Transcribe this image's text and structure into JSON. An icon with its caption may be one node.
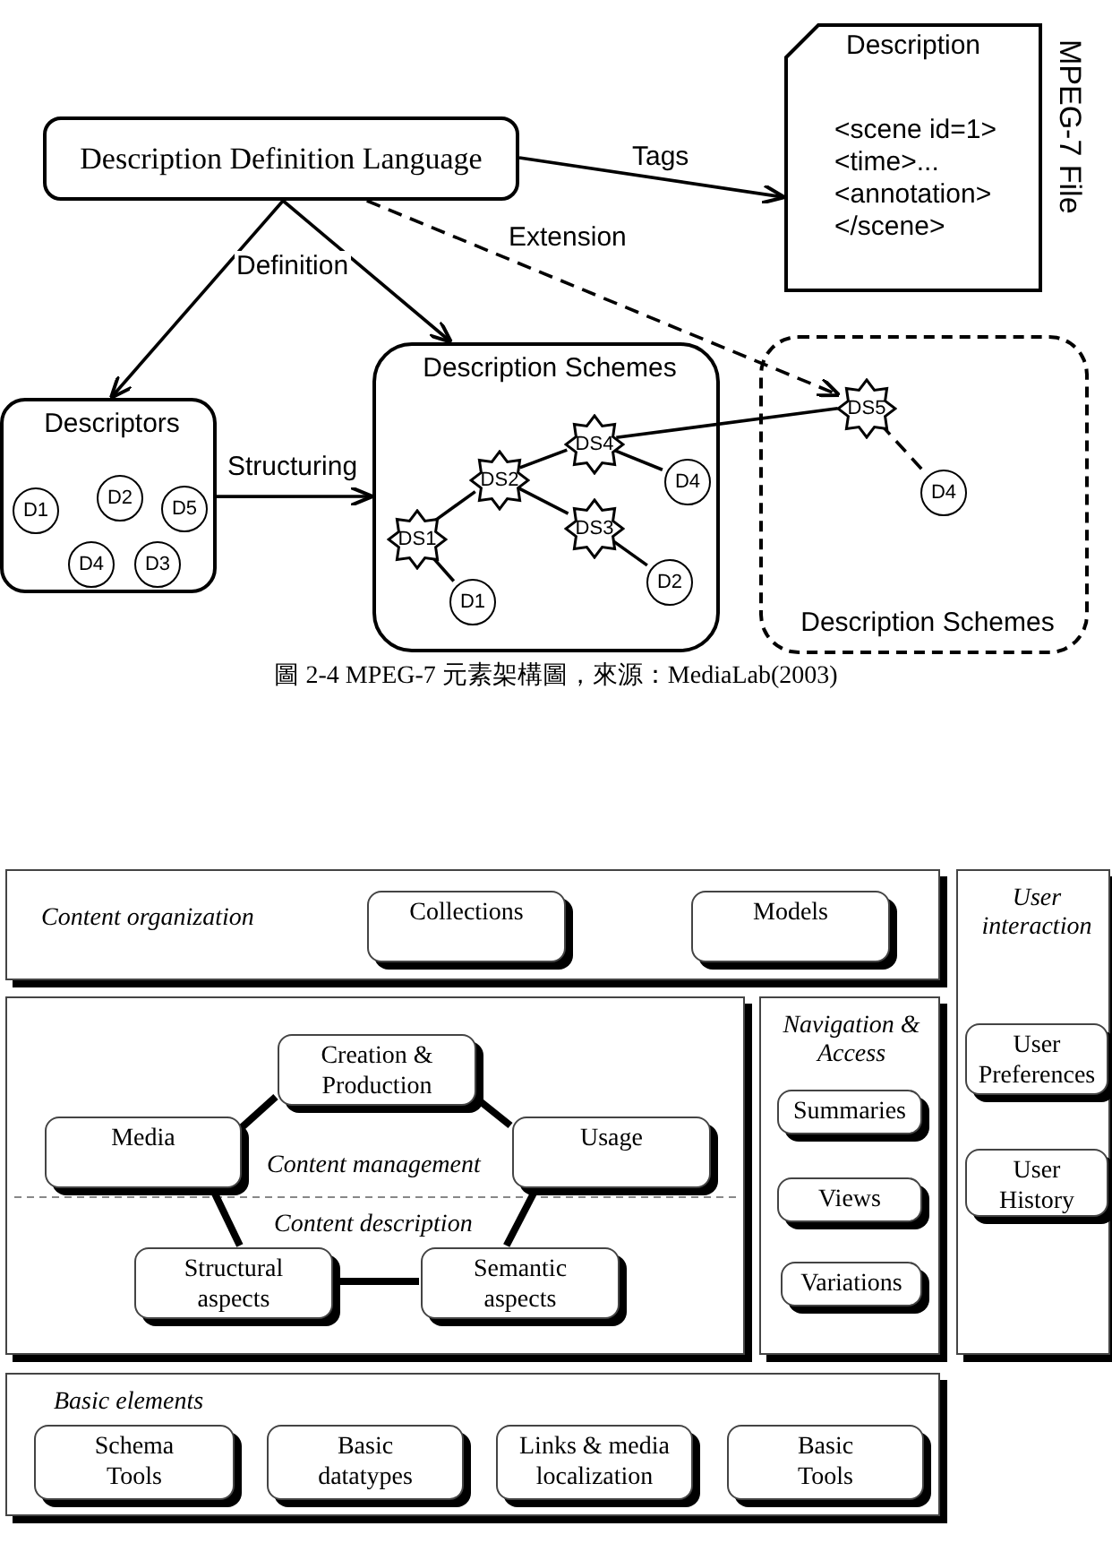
{
  "diagram": {
    "caption": "圖 2-4 MPEG-7 元素架構圖，來源：MediaLab(2003)",
    "nodes": [
      {
        "text": [
          "Description Definition Language"
        ]
      },
      {
        "text": [
          "Description",
          "<scene id=1> <time>... <annotation> </scene>"
        ],
        "beside": [
          "MPEG-7 File"
        ]
      },
      {
        "text": [
          "Descriptors"
        ]
      },
      {
        "text": [
          "D1"
        ],
        "in": 2
      },
      {
        "text": [
          "D2"
        ],
        "in": 2
      },
      {
        "text": [
          "D5"
        ],
        "in": 2
      },
      {
        "text": [
          "D4"
        ],
        "in": 2
      },
      {
        "text": [
          "D3"
        ],
        "in": 2
      },
      {
        "text": [
          "Description Schemes"
        ]
      },
      {
        "text": [
          "DS1"
        ],
        "in": 8
      },
      {
        "text": [
          "DS2"
        ],
        "in": 8
      },
      {
        "text": [
          "DS4"
        ],
        "in": 8
      },
      {
        "text": [
          "DS3"
        ],
        "in": 8
      },
      {
        "text": [
          "D4"
        ],
        "in": 8
      },
      {
        "text": [
          "D2"
        ],
        "in": 8
      },
      {
        "text": [
          "D1"
        ],
        "in": 8
      },
      {
        "text": [
          "Description Schemes"
        ]
      },
      {
        "text": [
          "DS5"
        ],
        "in": 16
      },
      {
        "text": [
          "D4"
        ],
        "in": 16
      },
      {
        "text": [
          "Content organization"
        ]
      },
      {
        "text": [
          "Collections"
        ],
        "in": 19
      },
      {
        "text": [
          "Models"
        ],
        "in": 19
      },
      {
        "text": [
          "User interaction"
        ]
      },
      {
        "text": [
          "User Preferences"
        ],
        "in": 22
      },
      {
        "text": [
          "User History"
        ],
        "in": 22
      },
      {
        "text": [
          "Content management",
          "Content description"
        ]
      },
      {
        "text": [
          "Creation & Production"
        ],
        "in": 25
      },
      {
        "text": [
          "Media"
        ],
        "in": 25
      },
      {
        "text": [
          "Usage"
        ],
        "in": 25
      },
      {
        "text": [
          "Structural aspects"
        ],
        "in": 25
      },
      {
        "text": [
          "Semantic aspects"
        ],
        "in": 25
      },
      {
        "text": [
          "Navigation & Access"
        ]
      },
      {
        "text": [
          "Summaries"
        ],
        "in": 31
      },
      {
        "text": [
          "Views"
        ],
        "in": 31
      },
      {
        "text": [
          "Variations"
        ],
        "in": 31
      },
      {
        "text": [
          "Basic elements"
        ]
      },
      {
        "text": [
          "Schema Tools"
        ],
        "in": 35
      },
      {
        "text": [
          "Basic datatypes"
        ],
        "in": 35
      },
      {
        "text": [
          "Links & media localization"
        ],
        "in": 35
      },
      {
        "text": [
          "Basic Tools"
        ],
        "in": 35
      }
    ],
    "edges": [
      {
        "from": 0,
        "to": 2,
        "arrow": "to",
        "label": "Definition"
      },
      {
        "from": 0,
        "to": 8,
        "arrow": "to"
      },
      {
        "from": 0,
        "to": 1,
        "arrow": "to",
        "label": "Tags"
      },
      {
        "from": 0,
        "to": 17,
        "arrow": "to",
        "label": "Extension",
        "style": "dashed"
      },
      {
        "from": 2,
        "to": 8,
        "arrow": "to",
        "label": "Structuring"
      },
      {
        "from": 9,
        "to": 10,
        "arrow": "none"
      },
      {
        "from": 10,
        "to": 11,
        "arrow": "none"
      },
      {
        "from": 10,
        "to": 12,
        "arrow": "none"
      },
      {
        "from": 11,
        "to": 13,
        "arrow": "none"
      },
      {
        "from": 12,
        "to": 14,
        "arrow": "none"
      },
      {
        "from": 9,
        "to": 15,
        "arrow": "none"
      },
      {
        "from": 11,
        "to": 17,
        "arrow": "none"
      },
      {
        "from": 17,
        "to": 18,
        "arrow": "none",
        "style": "dashed"
      },
      {
        "from": 27,
        "to": 26,
        "arrow": "none",
        "style": "thick"
      },
      {
        "from": 26,
        "to": 28,
        "arrow": "none",
        "style": "thick"
      },
      {
        "from": 27,
        "to": 29,
        "arrow": "none",
        "style": "thick"
      },
      {
        "from": 28,
        "to": 30,
        "arrow": "none",
        "style": "thick"
      },
      {
        "from": 29,
        "to": 30,
        "arrow": "none",
        "style": "thick"
      }
    ]
  }
}
